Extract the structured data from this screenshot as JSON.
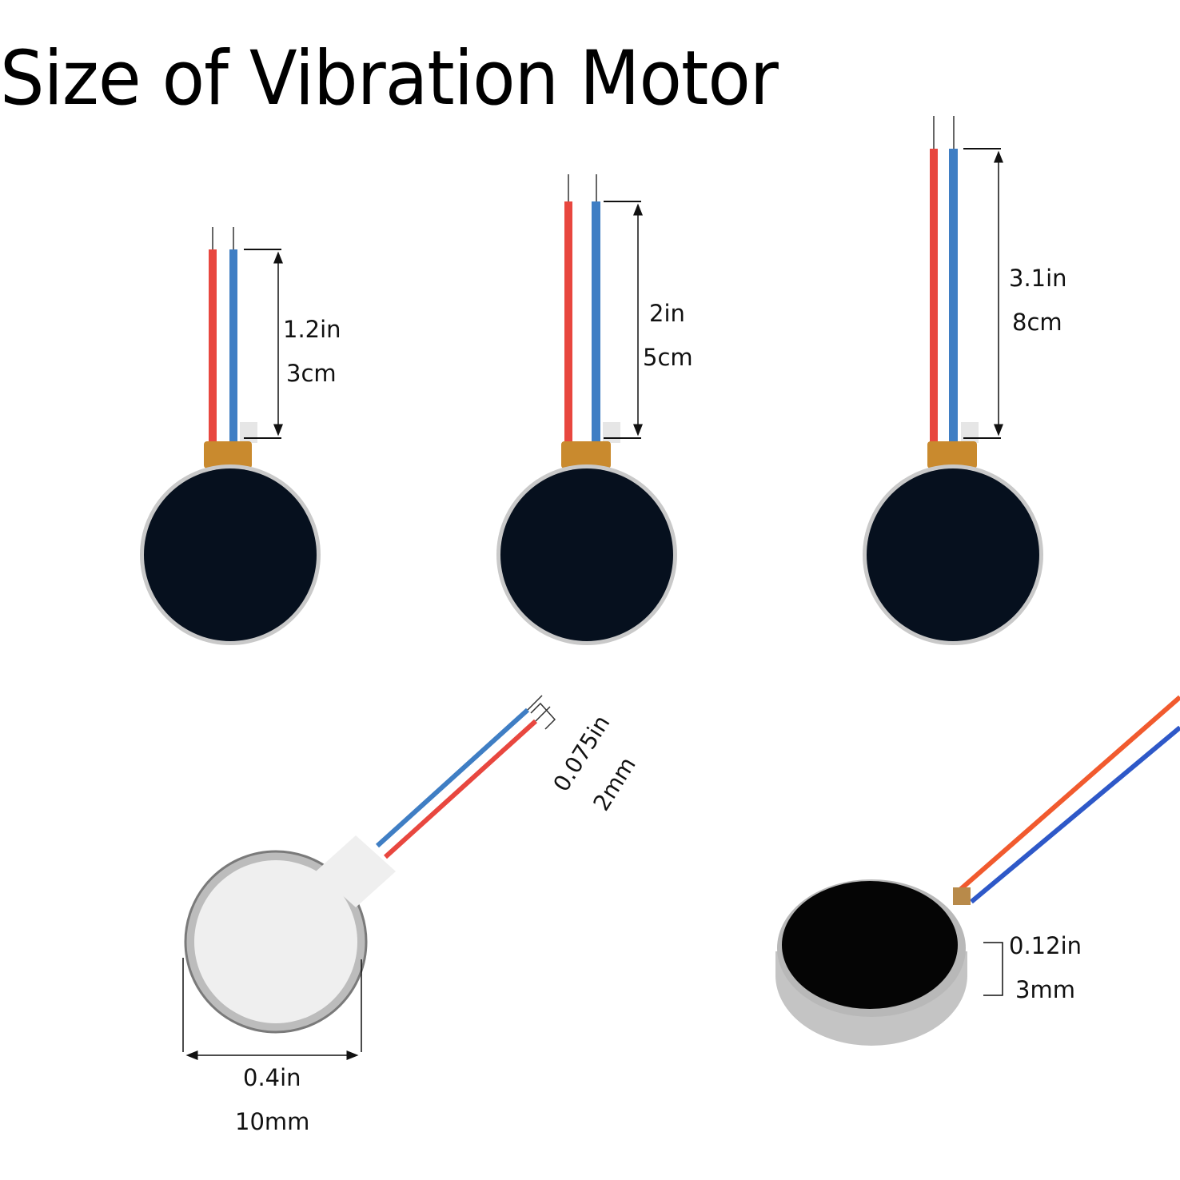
{
  "title": "Size of Vibration Motor",
  "colors": {
    "wire_red": "#e8473f",
    "wire_blue": "#3f7ec4",
    "motor_face": "#06101e",
    "motor_rim": "#c9c9c9",
    "pcb": "#c98a2e",
    "dim_line": "#111111"
  },
  "motors": [
    {
      "id": "short",
      "lead_label_in": "1.2in",
      "lead_label_cm": "3cm"
    },
    {
      "id": "medium",
      "lead_label_in": "2in",
      "lead_label_cm": "5cm"
    },
    {
      "id": "long",
      "lead_label_in": "3.1in",
      "lead_label_cm": "8cm"
    }
  ],
  "details": {
    "strip": {
      "label_in": "0.075in",
      "label_mm": "2mm"
    },
    "diameter": {
      "label_in": "0.4in",
      "label_mm": "10mm"
    },
    "thickness": {
      "label_in": "0.12in",
      "label_mm": "3mm"
    }
  }
}
